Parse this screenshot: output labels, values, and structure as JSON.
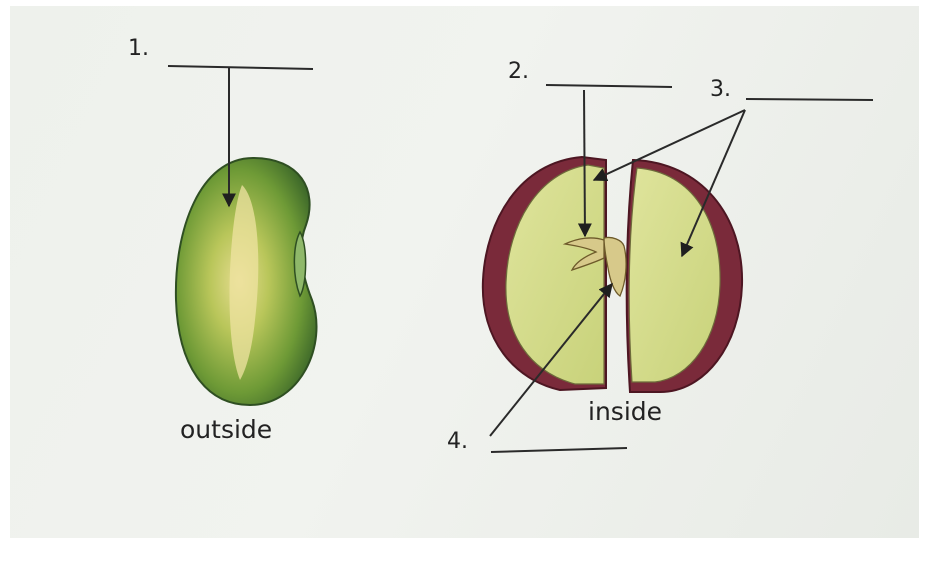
{
  "labels": {
    "n1": "1.",
    "n2": "2.",
    "n3": "3.",
    "n4": "4.",
    "outside": "outside",
    "inside": "inside"
  },
  "colors": {
    "seed_coat": "#7a2a3a",
    "bean_green": "#7fa83a",
    "cotyledon": "#d6de8f",
    "text": "#222222"
  }
}
